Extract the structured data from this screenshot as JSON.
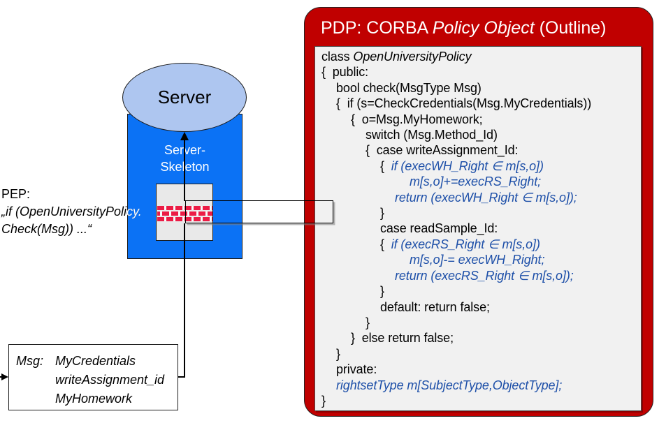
{
  "colors": {
    "pdp_red": "#C00000",
    "server_blue": "#0B72F5",
    "ellipse_blue": "#AEC6F0",
    "brick_red": "#EC1C45",
    "code_blue": "#1D4FA8",
    "panel_gray": "#F1F1F1",
    "pep_box_gray": "#E9E9E9"
  },
  "server": {
    "ellipse_label": "Server",
    "skeleton_line1": "Server-",
    "skeleton_line2": "Skeleton"
  },
  "pep": {
    "label": "PEP:",
    "quote_line1": "„if (OpenUniversityPolicy.",
    "quote_line2": "Check(Msg)) ...“"
  },
  "msg_box": {
    "label": "Msg:",
    "items": [
      "MyCredentials",
      "writeAssignment_id",
      "MyHomework"
    ]
  },
  "pdp": {
    "title": {
      "pre": "PDP: CORBA ",
      "em": "Policy Object",
      "post": " (Outline)"
    },
    "code": [
      {
        "pre": "class ",
        "em": "OpenUniversityPolicy"
      },
      {
        "pre": "{  public:"
      },
      {
        "pre": "bool check(MsgType Msg)"
      },
      {
        "pre": "{  if (s=CheckCredentials(Msg.MyCredentials))"
      },
      {
        "pre": "{  o=Msg.MyHomework;"
      },
      {
        "pre": "switch (Msg.Method_Id)"
      },
      {
        "pre": "{  case writeAssignment_Id:"
      },
      {
        "pre": "{  ",
        "blue": "if (execWH_Right ∈ m[s,o])"
      },
      {
        "blue": "m[s,o]+=execRS_Right;"
      },
      {
        "blue": "return (execWH_Right ∈ m[s,o]);"
      },
      {
        "pre": "}"
      },
      {
        "pre": "case readSample_Id:"
      },
      {
        "pre": "{  ",
        "blue": "if (execRS_Right ∈ m[s,o])"
      },
      {
        "blue": "m[s,o]-= execWH_Right;"
      },
      {
        "blue": "return (execRS_Right ∈ m[s,o]);"
      },
      {
        "pre": "}"
      },
      {
        "pre": "default: return false;"
      },
      {
        "pre": "}"
      },
      {
        "pre": "}  else return false;"
      },
      {
        "pre": "}"
      },
      {
        "pre": "private:"
      },
      {
        "blue": "rightsetType m[SubjectType,ObjectType];"
      },
      {
        "pre": "}"
      }
    ]
  }
}
